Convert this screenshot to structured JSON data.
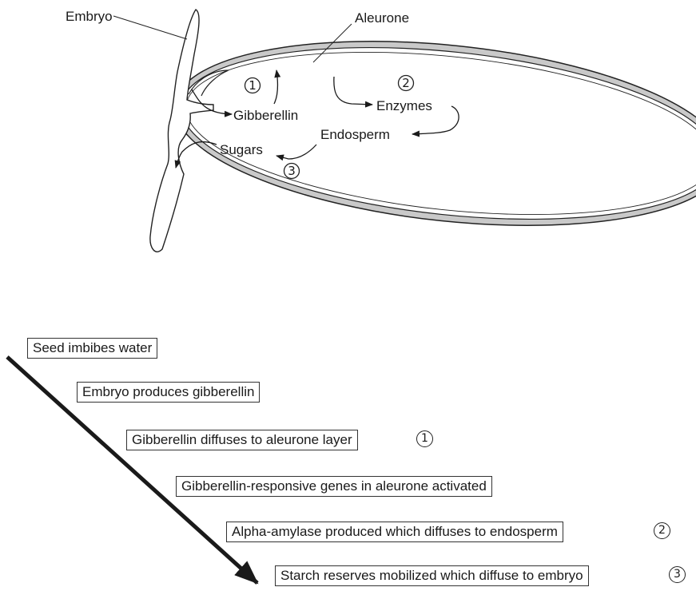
{
  "diagram": {
    "labels": {
      "embryo": "Embryo",
      "aleurone": "Aleurone",
      "gibberellin": "Gibberellin",
      "enzymes": "Enzymes",
      "endosperm": "Endosperm",
      "sugars": "Sugars"
    },
    "markers": {
      "m1": "1",
      "m2": "2",
      "m3": "3"
    }
  },
  "steps": [
    {
      "text": "Seed imbibes water",
      "marker": ""
    },
    {
      "text": "Embryo produces gibberellin",
      "marker": ""
    },
    {
      "text": "Gibberellin diffuses to aleurone layer",
      "marker": "1"
    },
    {
      "text": "Gibberellin-responsive genes in aleurone activated",
      "marker": ""
    },
    {
      "text": "Alpha-amylase produced which diffuses to endosperm",
      "marker": "2"
    },
    {
      "text": "Starch reserves mobilized which diffuse to embryo",
      "marker": "3"
    }
  ]
}
